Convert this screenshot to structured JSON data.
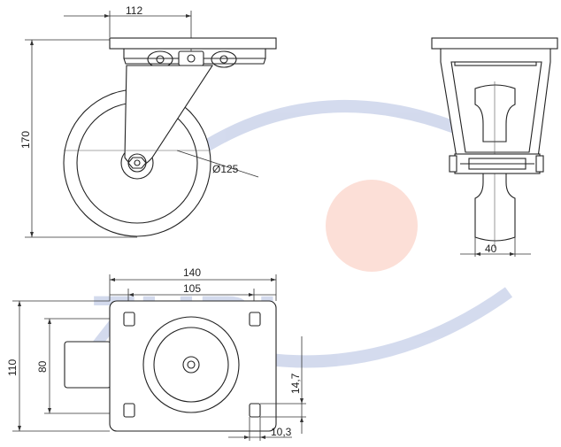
{
  "dimensions": {
    "side_width": "112",
    "side_height": "170",
    "wheel_diameter": "Ø125",
    "front_width": "40",
    "plate_length": "140",
    "hole_spacing_x": "105",
    "plate_width": "110",
    "hole_spacing_y": "80",
    "hole_offset": "14,7",
    "hole_size": "10,3"
  },
  "watermark": {
    "text": "ZUBI",
    "colors": [
      "#3b5db0",
      "#f04a20"
    ]
  }
}
